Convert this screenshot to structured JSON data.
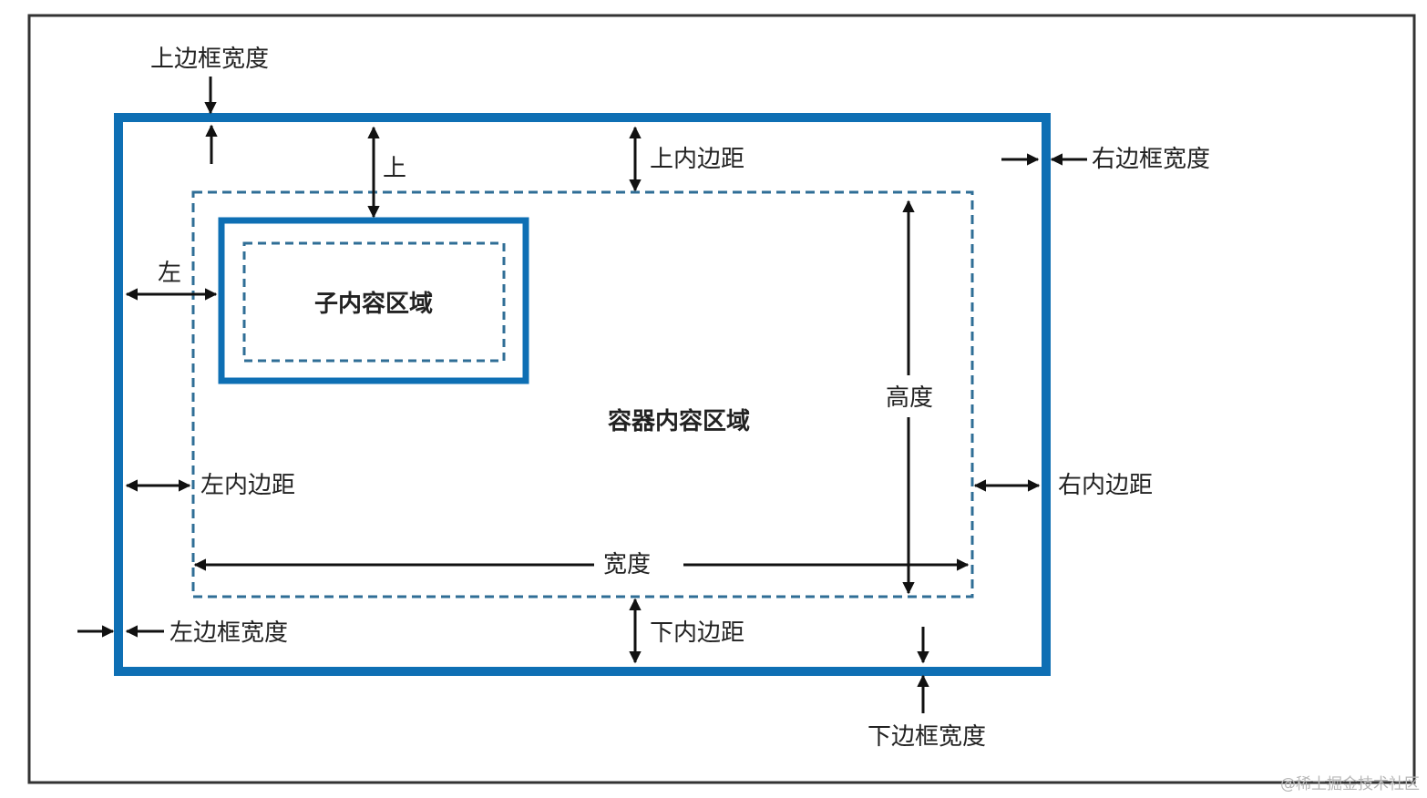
{
  "colors": {
    "border_blue": "#0e6fb4",
    "dash_blue": "#2f6e96",
    "frame": "#333333",
    "text": "#222222",
    "arrow": "#111111",
    "watermark": "#b8b8b8"
  },
  "labels": {
    "top_border_width": "上边框宽度",
    "right_border_width": "右边框宽度",
    "left_border_width": "左边框宽度",
    "bottom_border_width": "下边框宽度",
    "top_padding": "上内边距",
    "bottom_padding": "下内边距",
    "left_padding": "左内边距",
    "right_padding": "右内边距",
    "top_offset": "上",
    "left_offset": "左",
    "height": "高度",
    "width": "宽度",
    "child_content_area": "子内容区域",
    "container_content_area": "容器内容区域"
  },
  "watermark": "@稀土掘金技术社区"
}
